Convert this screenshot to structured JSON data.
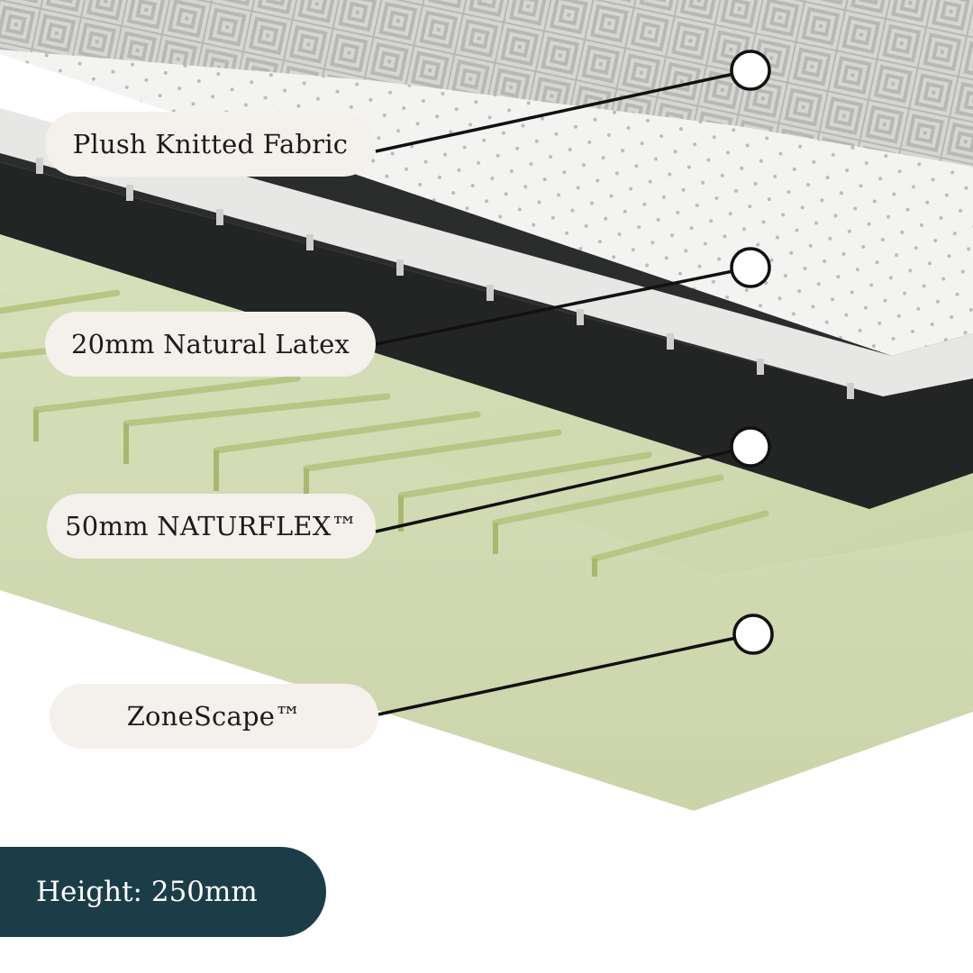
{
  "layers": [
    {
      "id": "fabric",
      "label": "Plush Knitted Fabric"
    },
    {
      "id": "latex",
      "label": "20mm Natural Latex"
    },
    {
      "id": "naturflex",
      "label": "50mm NATURFLEX™"
    },
    {
      "id": "zonescape",
      "label": "ZoneScape™"
    }
  ],
  "height": {
    "label": "Height: 250mm"
  },
  "colors": {
    "fabric": "#b9b9b6",
    "latex": "#f3f3f1",
    "naturflex": "#1f2020",
    "zonescape": "#d5dcb6",
    "pill": "#f4f1ec",
    "badge": "#1b3d48"
  }
}
